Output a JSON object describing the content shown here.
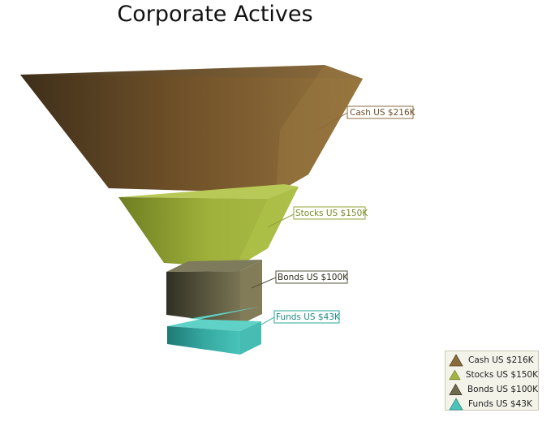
{
  "chart_data": {
    "type": "funnel",
    "title": "Corporate Actives",
    "categories": [
      "Cash",
      "Stocks",
      "Bonds",
      "Funds"
    ],
    "values": [
      216,
      150,
      100,
      43
    ],
    "unit": "US $K",
    "labels": [
      "Cash US $216K",
      "Stocks US $150K",
      "Bonds US $100K",
      "Funds US $43K"
    ],
    "colors": [
      "#8b6a3c",
      "#a3b443",
      "#6e6a4e",
      "#4cc4bb"
    ],
    "legend_position": "bottom-right"
  }
}
